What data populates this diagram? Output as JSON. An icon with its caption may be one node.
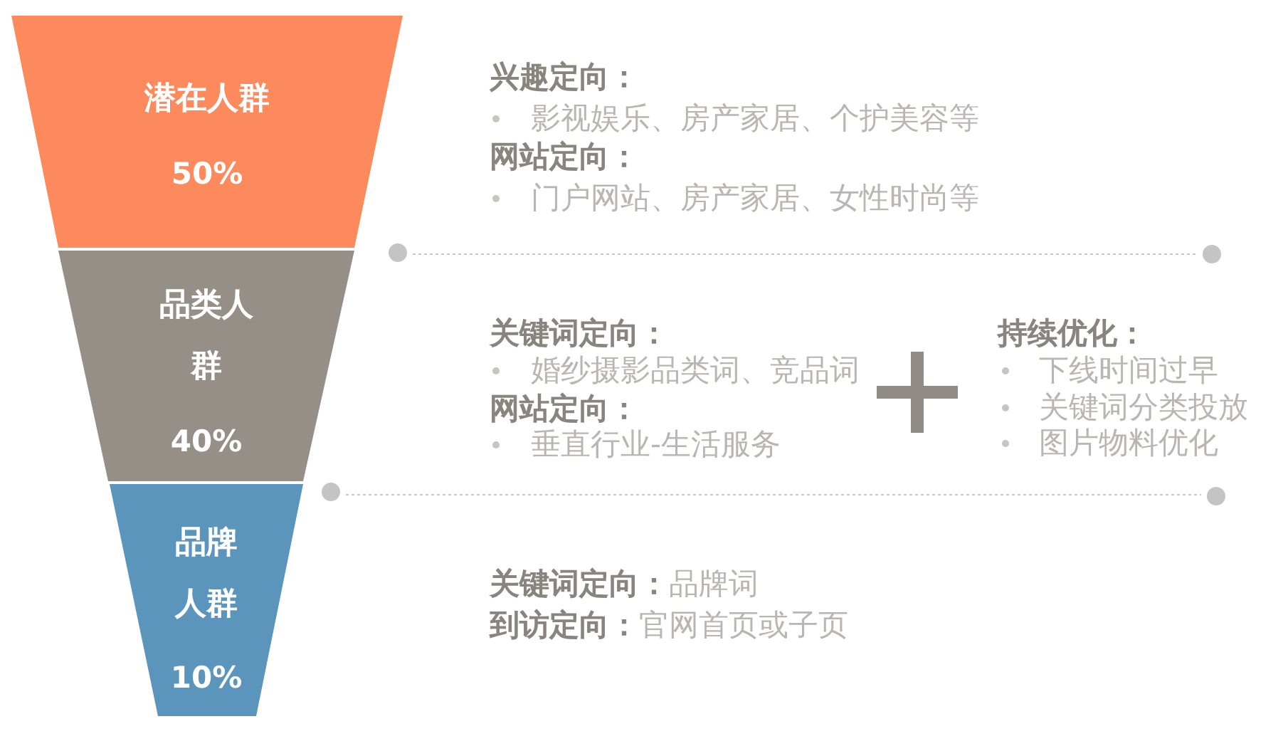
{
  "diagram": {
    "nodes": [
      {
        "text": [
          "潜在人群",
          "50%"
        ]
      },
      {
        "text": [
          "品类人群",
          "40%"
        ]
      },
      {
        "text": [
          "品牌人群",
          "10%"
        ]
      }
    ],
    "labels": [
      "兴趣定向：",
      "影视娱乐、房产家居、个护美容等",
      "网站定向：",
      "门户网站、房产家居、女性时尚等",
      "关键词定向：",
      "婚纱摄影品类词、竞品词",
      "网站定向：",
      "垂直行业-生活服务",
      "持续优化：",
      "下线时间过早",
      "关键词分类投放",
      "图片物料优化",
      "**关键词定向：**品牌词",
      "**到访定向：**官网首页或子页"
    ]
  }
}
